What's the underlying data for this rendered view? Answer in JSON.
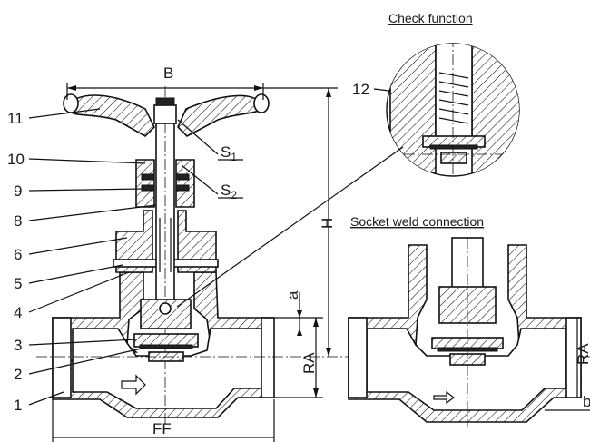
{
  "captions": {
    "check_function": "Check function",
    "socket_weld": "Socket weld connection"
  },
  "dimensions": {
    "B": "B",
    "H": "H",
    "FF": "FF",
    "RA_left": "RA",
    "RA_right": "RA",
    "a": "a",
    "b": "b",
    "S1": "S",
    "S1_sub": "1",
    "S2": "S",
    "S2_sub": "2"
  },
  "part_numbers": [
    "11",
    "10",
    "9",
    "8",
    "6",
    "5",
    "4",
    "3",
    "2",
    "1",
    "12"
  ]
}
